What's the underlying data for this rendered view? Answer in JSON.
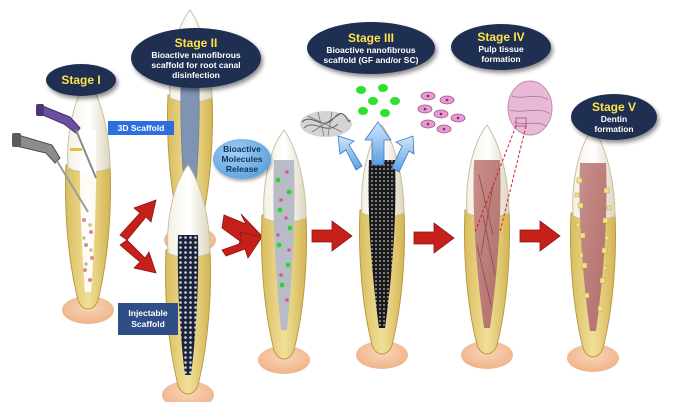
{
  "stages": [
    {
      "title": "Stage I",
      "subtitle": []
    },
    {
      "title": "Stage II",
      "subtitle": [
        "Bioactive nanofibrous",
        "scaffold for root canal",
        "disinfection"
      ]
    },
    {
      "title": "Stage III",
      "subtitle": [
        "Bioactive nanofibrous",
        "scaffold (GF and/or SC)"
      ]
    },
    {
      "title": "Stage IV",
      "subtitle": [
        "Pulp tissue",
        "formation"
      ]
    },
    {
      "title": "Stage V",
      "subtitle": [
        "Dentin",
        "formation"
      ]
    }
  ],
  "labels": {
    "scaffold_3d": "3D Scaffold",
    "injectable": [
      "Injectable",
      "Scaffold"
    ],
    "bioactive": [
      "Bioactive",
      "Molecules",
      "Release"
    ]
  },
  "colors": {
    "oval_bg": "#1f2f52",
    "stage_title": "#ffe24a",
    "arrow_red": "#c6201b",
    "tooth_fill": "#e6cf7e",
    "gum": "#f6c49e",
    "scaffold_3d_box": "#2e6fe0",
    "injectable_box": "#2f4d86"
  }
}
